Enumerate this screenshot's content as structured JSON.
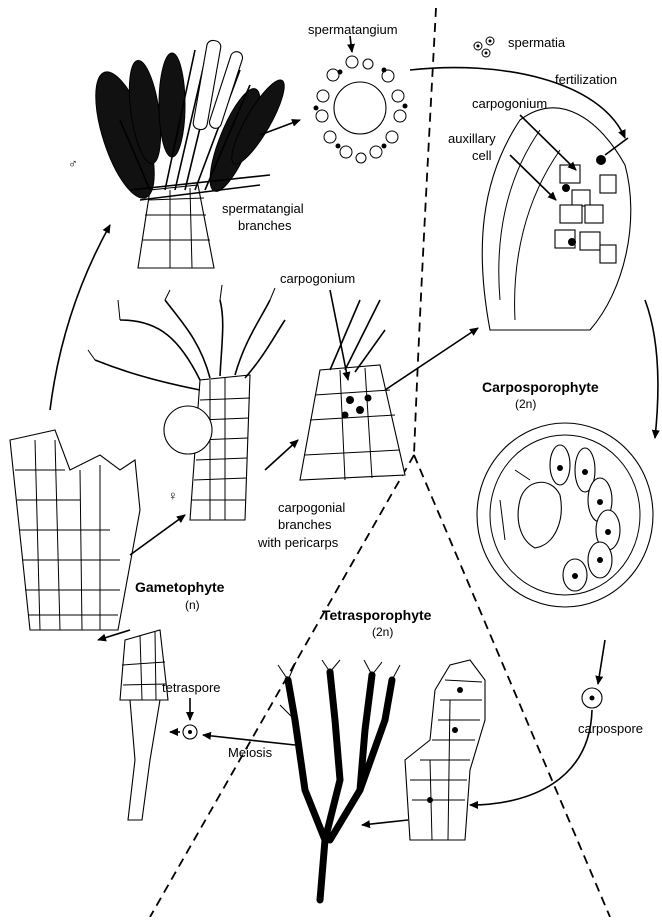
{
  "labels": {
    "spermatangium": "spermatangium",
    "spermatia": "spermatia",
    "fertilization": "fertilization",
    "carpogonium_top": "carpogonium",
    "auxillary_1": "auxillary",
    "auxillary_2": "cell",
    "spermatangial_1": "spermatangial",
    "spermatangial_2": "branches",
    "carpogonium_mid": "carpogonium",
    "carpogonial_1": "carpogonial",
    "carpogonial_2": "branches",
    "carpogonial_3": "with pericarps",
    "carposporophyte": "Carposporophyte",
    "carposporophyte_ploidy": "(2n)",
    "gametophyte": "Gametophyte",
    "gametophyte_ploidy": "(n)",
    "tetrasporophyte": "Tetrasporophyte",
    "tetrasporophyte_ploidy": "(2n)",
    "tetraspore": "tetraspore",
    "meiosis": "Meiosis",
    "carpospore": "carpospore",
    "male_symbol": "♂",
    "female_symbol": "♀"
  }
}
